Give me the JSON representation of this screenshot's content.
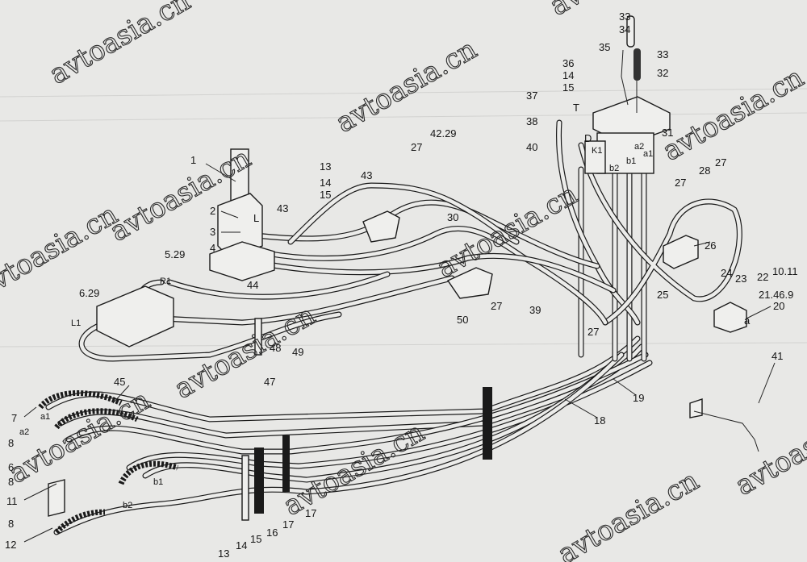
{
  "diagram": {
    "type": "exploded hydraulic piping assembly drawing",
    "watermark": "avtoasia.cn",
    "callouts": [
      "33",
      "34",
      "35",
      "33",
      "32",
      "36",
      "14",
      "15",
      "37",
      "T",
      "38",
      "31",
      "40",
      "D",
      "K1",
      "a2",
      "a1",
      "b1",
      "b2",
      "27",
      "28",
      "27",
      "26",
      "24",
      "23",
      "22",
      "10.11",
      "21.46.9",
      "20",
      "a",
      "25",
      "27",
      "39",
      "27",
      "50",
      "30",
      "27",
      "42.29",
      "43",
      "13",
      "14",
      "15",
      "1",
      "2",
      "L",
      "43",
      "3",
      "4",
      "5.29",
      "R1",
      "44",
      "6.29",
      "L1",
      "48",
      "49",
      "47",
      "45",
      "7",
      "a1",
      "a2",
      "8",
      "6",
      "8",
      "11",
      "8",
      "12",
      "b1",
      "b2",
      "13",
      "14",
      "15",
      "16",
      "17",
      "17",
      "18",
      "19",
      "41"
    ]
  }
}
